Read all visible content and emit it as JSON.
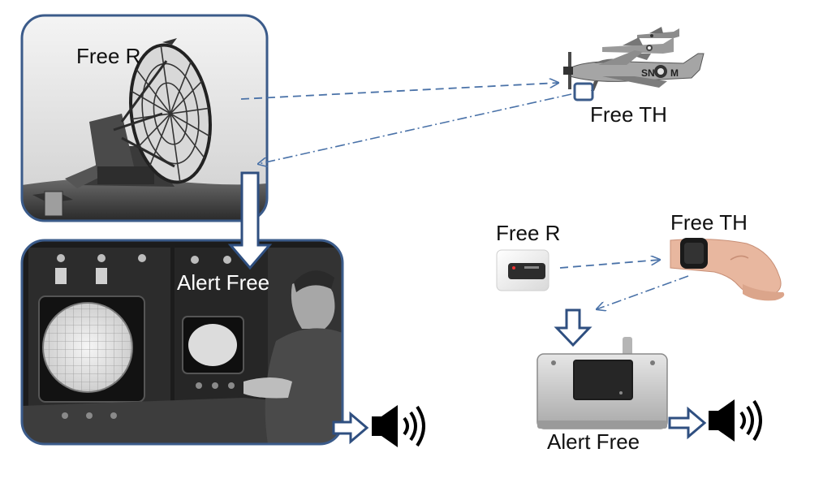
{
  "historic": {
    "radar_label": "Free R",
    "aircraft_label": "Free TH",
    "alert_label": "Alert Free"
  },
  "modern": {
    "receiver_label": "Free R",
    "wearable_label": "Free TH",
    "alert_label": "Alert Free"
  },
  "icons": {
    "radar": "radar-dish-icon",
    "aircraft": "spitfire-aircraft-icon",
    "console": "radar-console-icon",
    "receiver": "receiver-box-icon",
    "wearable": "wristband-icon",
    "alert_unit": "alert-unit-icon",
    "speaker": "speaker-icon"
  },
  "colors": {
    "frame": "#3b5b8a",
    "arrow": "#4a72a8",
    "block_arrow": "#2f4f80"
  }
}
